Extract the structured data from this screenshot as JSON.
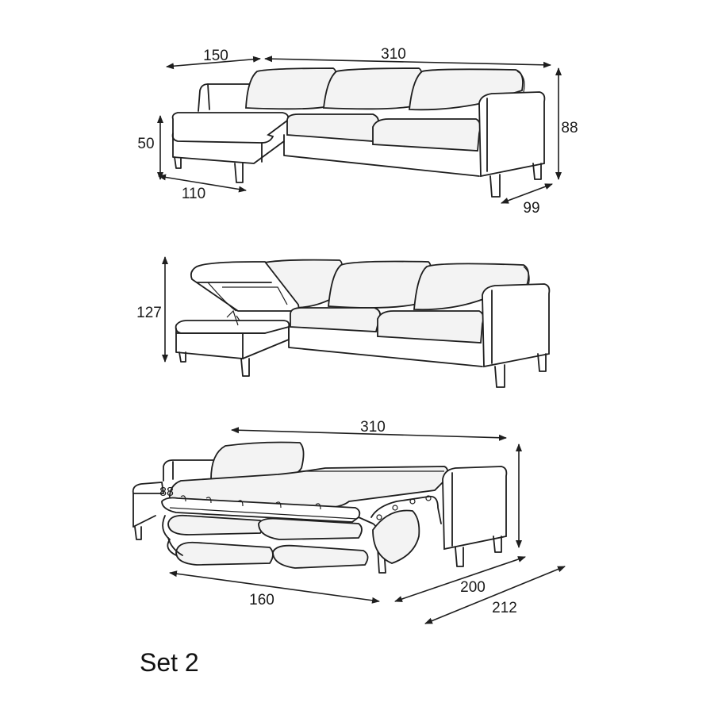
{
  "set_label": "Set 2",
  "views": [
    {
      "name": "corner sofa",
      "dimensions": {
        "chaise_width": "150",
        "sofa_width": "310",
        "height": "88",
        "seat_height": "50",
        "chaise_depth": "110",
        "depth": "99"
      }
    },
    {
      "name": "storage open",
      "dimensions": {
        "open_height": "127"
      }
    },
    {
      "name": "bed open",
      "dimensions": {
        "width": "310",
        "bed_width": "160",
        "bed_length": "200",
        "open_depth": "212",
        "side_label": "88"
      }
    }
  ]
}
